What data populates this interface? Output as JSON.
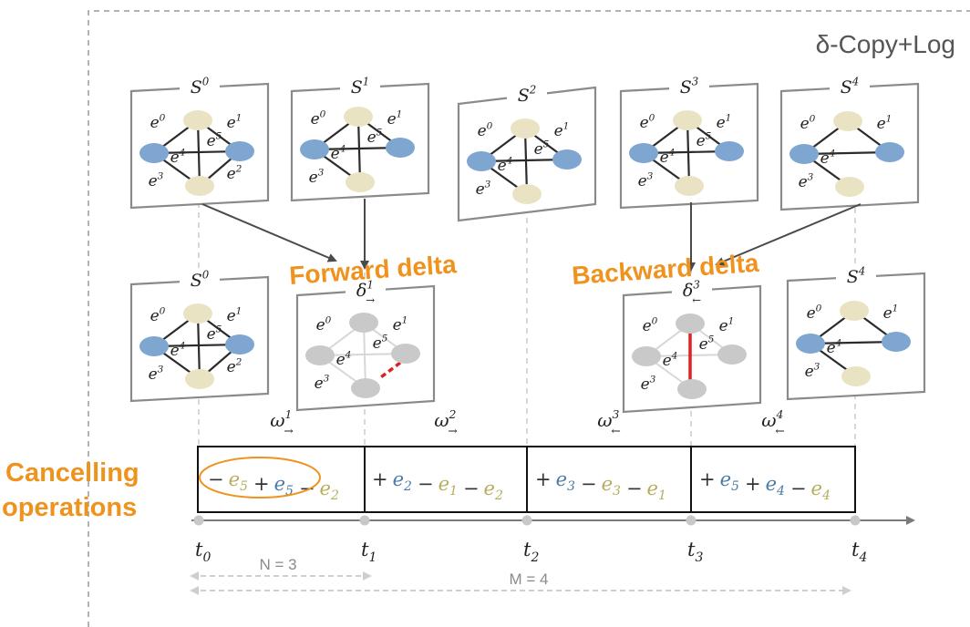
{
  "title": "δ-Copy+Log",
  "annotations": {
    "forward": "Forward delta",
    "backward": "Backward delta",
    "cancel_line1": "Cancelling",
    "cancel_line2": "operations"
  },
  "snapshots_top": [
    {
      "label": "S",
      "sup": "0"
    },
    {
      "label": "S",
      "sup": "1"
    },
    {
      "label": "S",
      "sup": "2"
    },
    {
      "label": "S",
      "sup": "3"
    },
    {
      "label": "S",
      "sup": "4"
    }
  ],
  "snapshots_bottom": [
    {
      "label": "S",
      "sup": "0"
    },
    {
      "label": "δ",
      "sup": "1",
      "sub": "→"
    },
    {
      "label": "δ",
      "sup": "3",
      "sub": "←"
    },
    {
      "label": "S",
      "sup": "4"
    }
  ],
  "edge_labels": [
    "e",
    "0",
    "e",
    "1",
    "e",
    "5",
    "e",
    "4",
    "e",
    "3",
    "e",
    "2"
  ],
  "omegas": [
    {
      "sym": "ω",
      "sup": "1",
      "sub": "→"
    },
    {
      "sym": "ω",
      "sup": "2",
      "sub": "→"
    },
    {
      "sym": "ω",
      "sup": "3",
      "sub": "←"
    },
    {
      "sym": "ω",
      "sup": "4",
      "sub": "←"
    }
  ],
  "log_cells": [
    [
      {
        "op": "−",
        "e": "5",
        "color": "#b5ad5c"
      },
      {
        "op": "+",
        "e": "5",
        "color": "#4a7aa8"
      },
      {
        "op": "−",
        "e": "2",
        "color": "#b5ad5c"
      }
    ],
    [
      {
        "op": "+",
        "e": "2",
        "color": "#4a7aa8"
      },
      {
        "op": "−",
        "e": "1",
        "color": "#b5ad5c"
      },
      {
        "op": "−",
        "e": "2",
        "color": "#b5ad5c"
      }
    ],
    [
      {
        "op": "+",
        "e": "3",
        "color": "#4a7aa8"
      },
      {
        "op": "−",
        "e": "3",
        "color": "#b5ad5c"
      },
      {
        "op": "−",
        "e": "1",
        "color": "#b5ad5c"
      }
    ],
    [
      {
        "op": "+",
        "e": "5",
        "color": "#4a7aa8"
      },
      {
        "op": "+",
        "e": "4",
        "color": "#4a7aa8"
      },
      {
        "op": "−",
        "e": "4",
        "color": "#b5ad5c"
      }
    ]
  ],
  "time_ticks": [
    {
      "t": "t",
      "sub": "0"
    },
    {
      "t": "t",
      "sub": "1"
    },
    {
      "t": "t",
      "sub": "2"
    },
    {
      "t": "t",
      "sub": "3"
    },
    {
      "t": "t",
      "sub": "4"
    }
  ],
  "spans": {
    "n": "N = 3",
    "m": "M = 4"
  },
  "colors": {
    "blue_node": "#7ea6d0",
    "cream_node": "#e9e3c4",
    "gray_node": "#c9c9c9",
    "orange": "#f0921e",
    "red_edge": "#e02020",
    "blue_text": "#4a7aa8",
    "olive_text": "#b5ad5c"
  }
}
